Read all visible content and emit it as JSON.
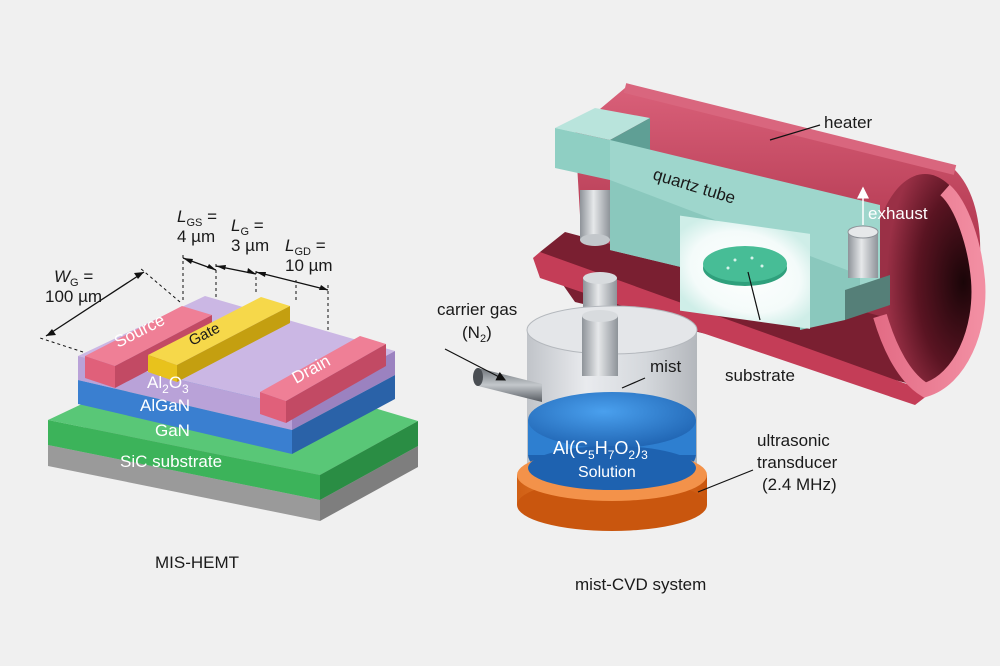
{
  "hemt": {
    "caption": "MIS-HEMT",
    "layers": {
      "sic": "SiC substrate",
      "gan": "GaN",
      "algan": "AlGaN",
      "al2o3_base": "Al",
      "al2o3_sub1": "2",
      "al2o3_o": "O",
      "al2o3_sub2": "3"
    },
    "electrodes": {
      "source": "Source",
      "gate": "Gate",
      "drain": "Drain"
    },
    "dimensions": {
      "wg_symbol": "W",
      "wg_sub": "G",
      "wg_eq": " =",
      "wg_value": "100 µm",
      "lgs_symbol": "L",
      "lgs_sub": "GS",
      "lgs_eq": " =",
      "lgs_value": "4 µm",
      "lg_symbol": "L",
      "lg_sub": "G",
      "lg_eq": " =",
      "lg_value": "3 µm",
      "lgd_symbol": "L",
      "lgd_sub": "GD",
      "lgd_eq": " =",
      "lgd_value": "10 µm"
    },
    "colors": {
      "sic": "#9a9a9a",
      "gan": "#3cb35a",
      "algan": "#3a7fd0",
      "al2o3": "#b9a2d8",
      "source": "#e0607a",
      "gate": "#e8c21c",
      "drain": "#e0607a"
    }
  },
  "cvd": {
    "caption": "mist-CVD system",
    "labels": {
      "heater": "heater",
      "quartz_tube": "quartz tube",
      "exhaust": "exhaust",
      "substrate": "substrate",
      "carrier_gas_1": "carrier gas",
      "carrier_gas_2_pre": "(N",
      "carrier_gas_2_sub": "2",
      "carrier_gas_2_post": ")",
      "mist": "mist",
      "ultrasonic_1": "ultrasonic",
      "ultrasonic_2": "transducer",
      "ultrasonic_3": "(2.4 MHz)",
      "solution_a": "Al(C",
      "solution_s1": "5",
      "solution_b": "H",
      "solution_s2": "7",
      "solution_c": "O",
      "solution_s3": "2",
      "solution_d": ")",
      "solution_s4": "3",
      "solution_name": "Solution"
    },
    "colors": {
      "heater": "#c9485e",
      "quartz": "#9ed6cc",
      "substrate": "#2fa07c",
      "solution": "#2e7fd0",
      "transducer": "#e8762a"
    }
  }
}
